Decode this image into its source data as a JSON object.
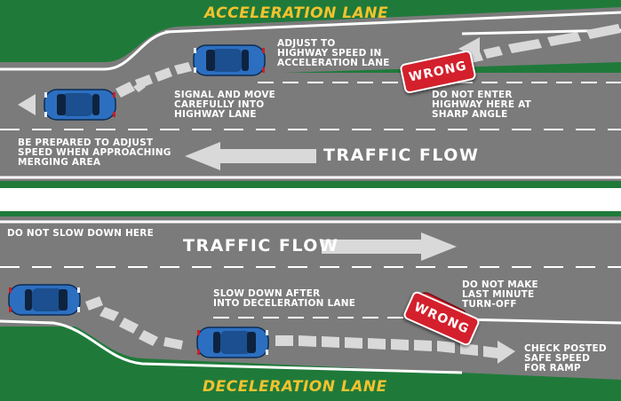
{
  "top": {
    "title": "ACCELERATION LANE",
    "adjust_note": [
      "ADJUST TO",
      "HIGHWAY SPEED IN",
      "ACCELERATION LANE"
    ],
    "signal_note": [
      "SIGNAL AND MOVE",
      "CAREFULLY INTO",
      "HIGHWAY LANE"
    ],
    "enter_note": [
      "DO NOT ENTER",
      "HIGHWAY HERE AT",
      "SHARP ANGLE"
    ],
    "prepare_note": [
      "BE PREPARED TO ADJUST",
      "SPEED WHEN APPROACHING",
      "MERGING AREA"
    ],
    "traffic_flow": "TRAFFIC FLOW",
    "wrong_badge": "WRONG"
  },
  "bottom": {
    "title": "DECELERATION LANE",
    "slow_note": "DO NOT SLOW DOWN HERE",
    "traffic_flow": "TRAFFIC FLOW",
    "slowdown_note": [
      "SLOW DOWN AFTER",
      "INTO DECELERATION LANE"
    ],
    "turnoff_note": [
      "DO NOT MAKE",
      "LAST MINUTE",
      "TURN-OFF"
    ],
    "speed_note": [
      "CHECK POSTED",
      "SAFE SPEED",
      "FOR RAMP"
    ],
    "wrong_badge": "WRONG"
  },
  "colors": {
    "grass": "#1f7a3a",
    "road": "#7b7b7b",
    "car": "#2c6fc0",
    "wrong": "#d3202c",
    "title": "#f2c22e",
    "arrow": "#d9d9d9"
  }
}
